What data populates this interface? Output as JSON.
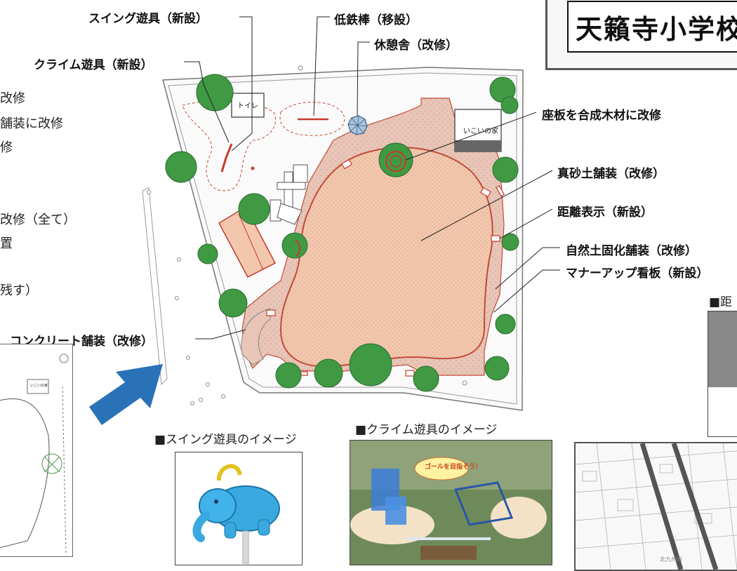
{
  "title": "天籟寺小学校",
  "callouts": {
    "swing": "スイング遊具（新設）",
    "climb": "クライム遊具（新設）",
    "bar": "低鉄棒（移設）",
    "rest": "休憩舎（改修）",
    "seat": "座板を合成木材に改修",
    "masa": "真砂土舗装（改修）",
    "distance": "距離表示（新設）",
    "natural": "自然土固化舗装（改修）",
    "manner": "マナーアップ看板（新設）",
    "concrete": "コンクリート舗装（改修）"
  },
  "map_labels": {
    "toilet": "トイレ",
    "house": "いこいの家",
    "house_small": "いこいの家"
  },
  "left_fragments": [
    "改修",
    "舗装に改修",
    "修",
    "改修（全て）",
    "置",
    "残す）"
  ],
  "captions": {
    "swing_image": "■スイング遊具のイメージ",
    "climb_image": "■クライム遊具のイメージ",
    "distance_image": "■距"
  },
  "climb_photo_text": "ゴールを目指そう！",
  "map_credit": "北九州市",
  "colors": {
    "accent_red": "#c83a2a",
    "sand": "#f2c7ad",
    "paving": "#e6c2b3",
    "tree": "#3f9a43",
    "arrow": "#2a72b8"
  },
  "icons": [
    "swing-elephant-icon",
    "arrow-icon",
    "gazebo-icon"
  ]
}
